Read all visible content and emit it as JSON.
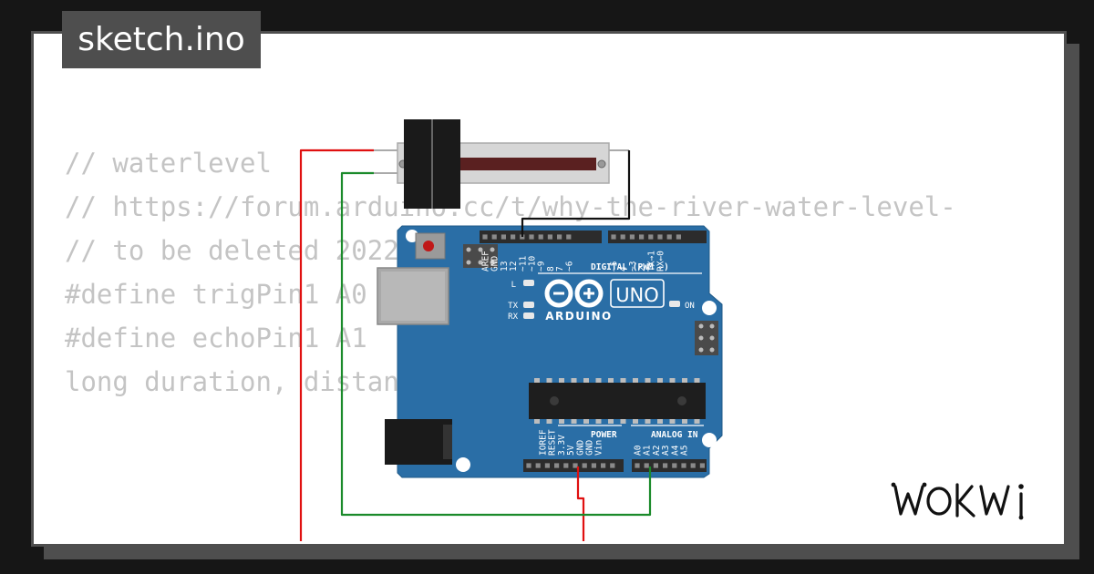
{
  "tab": {
    "title": "sketch.ino"
  },
  "code": {
    "lines": [
      "// waterlevel",
      "// https://forum.arduino.cc/t/why-the-river-water-level-",
      "// to be deleted 2022",
      "",
      "",
      "#define trigPin1 A0",
      "#define echoPin1 A1",
      "",
      "long duration, distance;"
    ]
  },
  "board": {
    "brand": "ARDUINO",
    "model": "UNO",
    "digital_label": "DIGITAL (PWM ~)",
    "power_label": "POWER",
    "analog_label": "ANALOG IN",
    "led_l": "L",
    "led_tx": "TX",
    "led_rx": "RX",
    "led_on": "ON",
    "digital_pins": [
      "AREF",
      "GND",
      "13",
      "12",
      "~11",
      "~10",
      "~9",
      "8",
      "7",
      "~6",
      "~5",
      "4",
      "~3",
      "2",
      "TX→1",
      "RX←0"
    ],
    "power_pins": [
      "IOREF",
      "RESET",
      "3.3V",
      "5V",
      "GND",
      "GND",
      "Vin"
    ],
    "analog_pins": [
      "A0",
      "A1",
      "A2",
      "A3",
      "A4",
      "A5"
    ]
  },
  "branding": {
    "logo": "WOKWI"
  },
  "colors": {
    "wire_red": "#e01010",
    "wire_green": "#1a8a2a",
    "wire_black": "#111111",
    "board_blue": "#2a6ea6"
  }
}
